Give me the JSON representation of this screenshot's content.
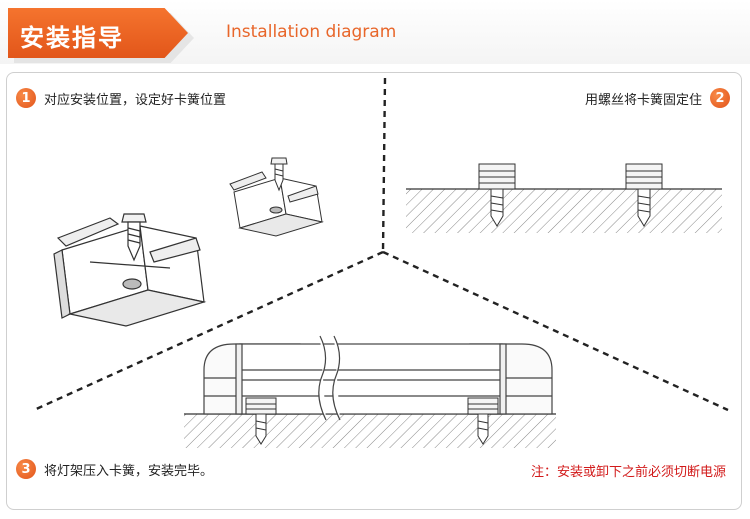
{
  "header": {
    "title": "安装指导",
    "subtitle": "Installation diagram",
    "accent_color": "#e8662a"
  },
  "steps": [
    {
      "number": "1",
      "text": "对应安装位置，设定好卡簧位置"
    },
    {
      "number": "2",
      "text": "用螺丝将卡簧固定住"
    },
    {
      "number": "3",
      "text": "将灯架压入卡簧，安装完毕。"
    }
  ],
  "note": {
    "text": "注：安装或卸下之前必须切断电源",
    "color": "#d21a1a"
  }
}
